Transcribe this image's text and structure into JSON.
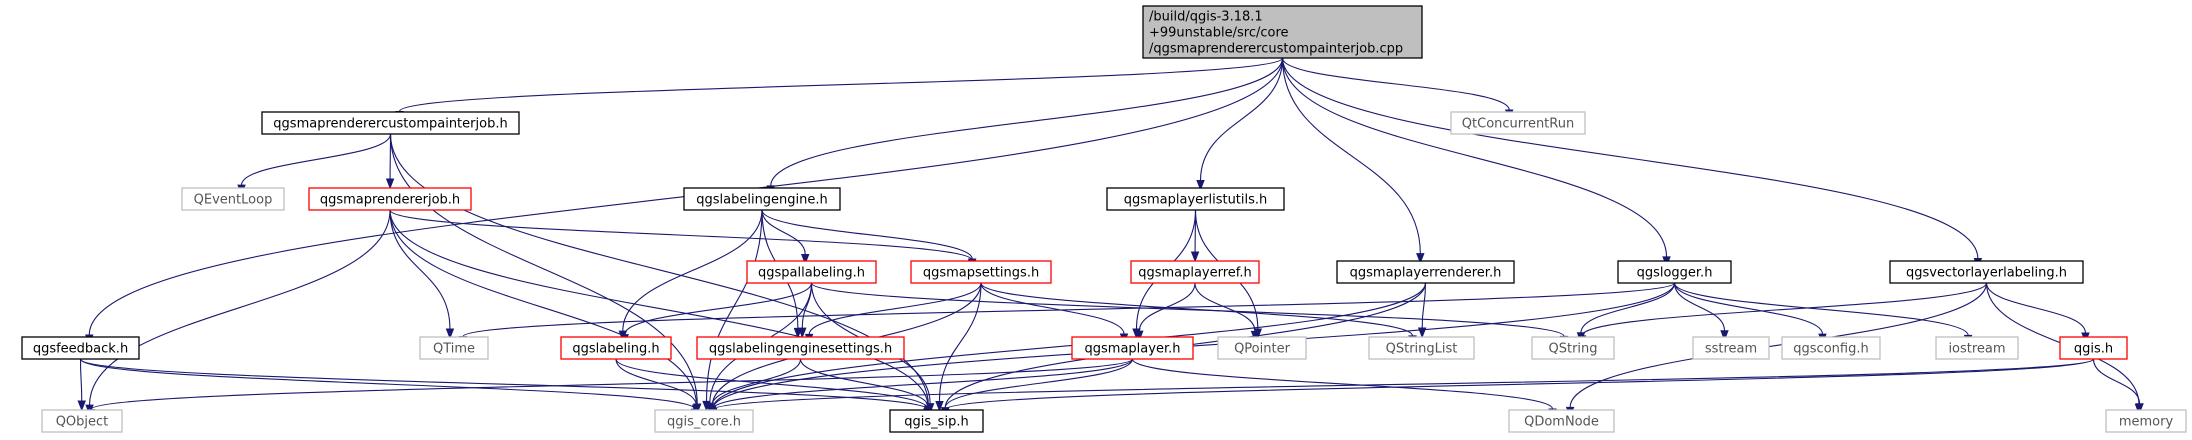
{
  "colors": {
    "edge": "#191970",
    "documented_border": "#000000",
    "incomplete_border": "#ff0000",
    "external_border": "#bfbfbf",
    "root_fill": "#bfbfbf"
  },
  "nodes": [
    {
      "id": "root",
      "lines": [
        "/build/qgis-3.18.1",
        "+99unstable/src/core",
        "/qgsmaprenderercustompainterjob.cpp"
      ],
      "kind": "root"
    },
    {
      "id": "qgsmaprenderercustompainterjob_h",
      "lines": [
        "qgsmaprenderercustompainterjob.h"
      ],
      "kind": "black"
    },
    {
      "id": "qtconcurrentrun",
      "lines": [
        "QtConcurrentRun"
      ],
      "kind": "gray"
    },
    {
      "id": "qeventloop",
      "lines": [
        "QEventLoop"
      ],
      "kind": "gray"
    },
    {
      "id": "qgsmaprendererjob_h",
      "lines": [
        "qgsmaprendererjob.h"
      ],
      "kind": "red"
    },
    {
      "id": "qgslabelingengine_h",
      "lines": [
        "qgslabelingengine.h"
      ],
      "kind": "black"
    },
    {
      "id": "qgsmaplayerlistutils_h",
      "lines": [
        "qgsmaplayerlistutils.h"
      ],
      "kind": "black"
    },
    {
      "id": "qgspallabeling_h",
      "lines": [
        "qgspallabeling.h"
      ],
      "kind": "red"
    },
    {
      "id": "qgsmapsettings_h",
      "lines": [
        "qgsmapsettings.h"
      ],
      "kind": "red"
    },
    {
      "id": "qgsmaplayerref_h",
      "lines": [
        "qgsmaplayerref.h"
      ],
      "kind": "red"
    },
    {
      "id": "qgsmaplayerrenderer_h",
      "lines": [
        "qgsmaplayerrenderer.h"
      ],
      "kind": "black"
    },
    {
      "id": "qgslogger_h",
      "lines": [
        "qgslogger.h"
      ],
      "kind": "black"
    },
    {
      "id": "qgsvectorlayerlabeling_h",
      "lines": [
        "qgsvectorlayerlabeling.h"
      ],
      "kind": "black"
    },
    {
      "id": "qgsfeedback_h",
      "lines": [
        "qgsfeedback.h"
      ],
      "kind": "black"
    },
    {
      "id": "qtime",
      "lines": [
        "QTime"
      ],
      "kind": "gray"
    },
    {
      "id": "qgslabeling_h",
      "lines": [
        "qgslabeling.h"
      ],
      "kind": "red"
    },
    {
      "id": "qgslabelingenginesettings_h",
      "lines": [
        "qgslabelingenginesettings.h"
      ],
      "kind": "red"
    },
    {
      "id": "qgsmaplayer_h",
      "lines": [
        "qgsmaplayer.h"
      ],
      "kind": "red"
    },
    {
      "id": "qpointer",
      "lines": [
        "QPointer"
      ],
      "kind": "gray"
    },
    {
      "id": "qstringlist",
      "lines": [
        "QStringList"
      ],
      "kind": "gray"
    },
    {
      "id": "qstring",
      "lines": [
        "QString"
      ],
      "kind": "gray"
    },
    {
      "id": "sstream",
      "lines": [
        "sstream"
      ],
      "kind": "gray"
    },
    {
      "id": "qgsconfig_h",
      "lines": [
        "qgsconfig.h"
      ],
      "kind": "gray"
    },
    {
      "id": "iostream",
      "lines": [
        "iostream"
      ],
      "kind": "gray"
    },
    {
      "id": "qgis_h",
      "lines": [
        "qgis.h"
      ],
      "kind": "red"
    },
    {
      "id": "qobject",
      "lines": [
        "QObject"
      ],
      "kind": "gray"
    },
    {
      "id": "qgis_core_h",
      "lines": [
        "qgis_core.h"
      ],
      "kind": "gray"
    },
    {
      "id": "qgis_sip_h",
      "lines": [
        "qgis_sip.h"
      ],
      "kind": "black"
    },
    {
      "id": "qdomnode",
      "lines": [
        "QDomNode"
      ],
      "kind": "gray"
    },
    {
      "id": "memory",
      "lines": [
        "memory"
      ],
      "kind": "gray"
    }
  ],
  "edges": [
    [
      "root",
      "qgsmaprenderercustompainterjob_h"
    ],
    [
      "root",
      "qtconcurrentrun"
    ],
    [
      "root",
      "qgslabelingengine_h"
    ],
    [
      "root",
      "qgsmaplayerlistutils_h"
    ],
    [
      "root",
      "qgsmaplayerrenderer_h"
    ],
    [
      "root",
      "qgslogger_h"
    ],
    [
      "root",
      "qgsvectorlayerlabeling_h"
    ],
    [
      "root",
      "qgsfeedback_h"
    ],
    [
      "qgsmaprenderercustompainterjob_h",
      "qeventloop"
    ],
    [
      "qgsmaprenderercustompainterjob_h",
      "qgsmaprendererjob_h"
    ],
    [
      "qgsmaprenderercustompainterjob_h",
      "qgis_core_h"
    ],
    [
      "qgsmaprenderercustompainterjob_h",
      "qgis_sip_h"
    ],
    [
      "qgsmaprendererjob_h",
      "qgsmapsettings_h"
    ],
    [
      "qgsmaprendererjob_h",
      "qtime"
    ],
    [
      "qgsmaprendererjob_h",
      "qobject"
    ],
    [
      "qgsmaprendererjob_h",
      "qgis_core_h"
    ],
    [
      "qgsmaprendererjob_h",
      "qgis_sip_h"
    ],
    [
      "qgslabelingengine_h",
      "qgspallabeling_h"
    ],
    [
      "qgslabelingengine_h",
      "qgsmapsettings_h"
    ],
    [
      "qgslabelingengine_h",
      "qgslabeling_h"
    ],
    [
      "qgslabelingengine_h",
      "qgslabelingenginesettings_h"
    ],
    [
      "qgslabelingengine_h",
      "qgis_core_h"
    ],
    [
      "qgspallabeling_h",
      "qgslabeling_h"
    ],
    [
      "qgspallabeling_h",
      "qgslabelingenginesettings_h"
    ],
    [
      "qgspallabeling_h",
      "qstring"
    ],
    [
      "qgspallabeling_h",
      "qgis_core_h"
    ],
    [
      "qgspallabeling_h",
      "qgis_sip_h"
    ],
    [
      "qgsmapsettings_h",
      "qgsmaplayer_h"
    ],
    [
      "qgsmapsettings_h",
      "qgslabelingenginesettings_h"
    ],
    [
      "qgsmapsettings_h",
      "qstringlist"
    ],
    [
      "qgsmapsettings_h",
      "qgis_core_h"
    ],
    [
      "qgsmapsettings_h",
      "qgis_sip_h"
    ],
    [
      "qgsmaplayerlistutils_h",
      "qgsmaplayerref_h"
    ],
    [
      "qgsmaplayerlistutils_h",
      "qgsmaplayer_h"
    ],
    [
      "qgsmaplayerlistutils_h",
      "qpointer"
    ],
    [
      "qgsmaplayerref_h",
      "qgsmaplayer_h"
    ],
    [
      "qgsmaplayerref_h",
      "qpointer"
    ],
    [
      "qgsmaplayerrenderer_h",
      "qstringlist"
    ],
    [
      "qgsmaplayerrenderer_h",
      "qgis_core_h"
    ],
    [
      "qgsmaplayerrenderer_h",
      "qgis_sip_h"
    ],
    [
      "qgslogger_h",
      "qtime"
    ],
    [
      "qgslogger_h",
      "qstring"
    ],
    [
      "qgslogger_h",
      "sstream"
    ],
    [
      "qgslogger_h",
      "qgsconfig_h"
    ],
    [
      "qgslogger_h",
      "iostream"
    ],
    [
      "qgslogger_h",
      "qgis_core_h"
    ],
    [
      "qgsvectorlayerlabeling_h",
      "qstring"
    ],
    [
      "qgsvectorlayerlabeling_h",
      "qgis_h"
    ],
    [
      "qgsvectorlayerlabeling_h",
      "qdomnode"
    ],
    [
      "qgsvectorlayerlabeling_h",
      "memory"
    ],
    [
      "qgis_h",
      "qgis_core_h"
    ],
    [
      "qgis_h",
      "qgis_sip_h"
    ],
    [
      "qgis_h",
      "memory"
    ],
    [
      "qgsfeedback_h",
      "qobject"
    ],
    [
      "qgsfeedback_h",
      "qgis_core_h"
    ],
    [
      "qgsfeedback_h",
      "qgis_sip_h"
    ],
    [
      "qgslabeling_h",
      "qgis_core_h"
    ],
    [
      "qgslabeling_h",
      "qgis_sip_h"
    ],
    [
      "qgslabelingenginesettings_h",
      "qgis_core_h"
    ],
    [
      "qgslabelingenginesettings_h",
      "qgis_sip_h"
    ],
    [
      "qgsmaplayer_h",
      "qobject"
    ],
    [
      "qgsmaplayer_h",
      "qgis_core_h"
    ],
    [
      "qgsmaplayer_h",
      "qgis_sip_h"
    ],
    [
      "qgsmaplayer_h",
      "qdomnode"
    ]
  ]
}
